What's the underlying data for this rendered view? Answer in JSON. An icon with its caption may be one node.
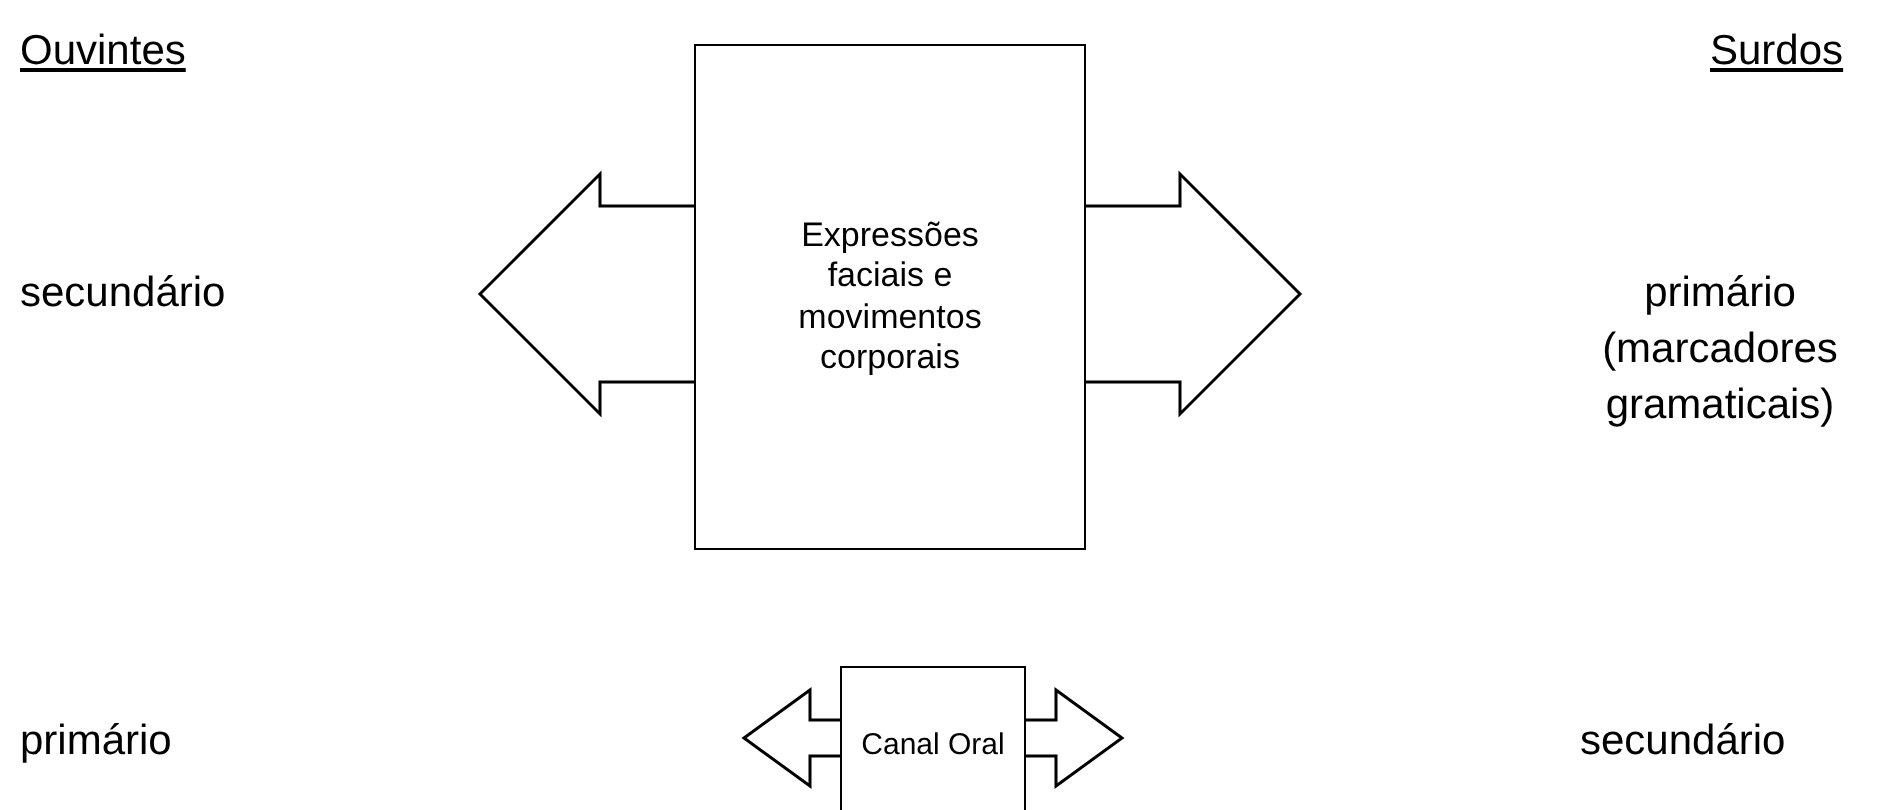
{
  "diagram": {
    "nodes": [
      {
        "text": [
          "Expressões faciais e movimentos corporais"
        ]
      },
      {
        "text": [
          "Canal Oral"
        ]
      }
    ],
    "labels": [
      "Ouvintes",
      "Surdos",
      "secundário",
      "primário (marcadores gramaticais)",
      "primário",
      "secundário"
    ]
  }
}
